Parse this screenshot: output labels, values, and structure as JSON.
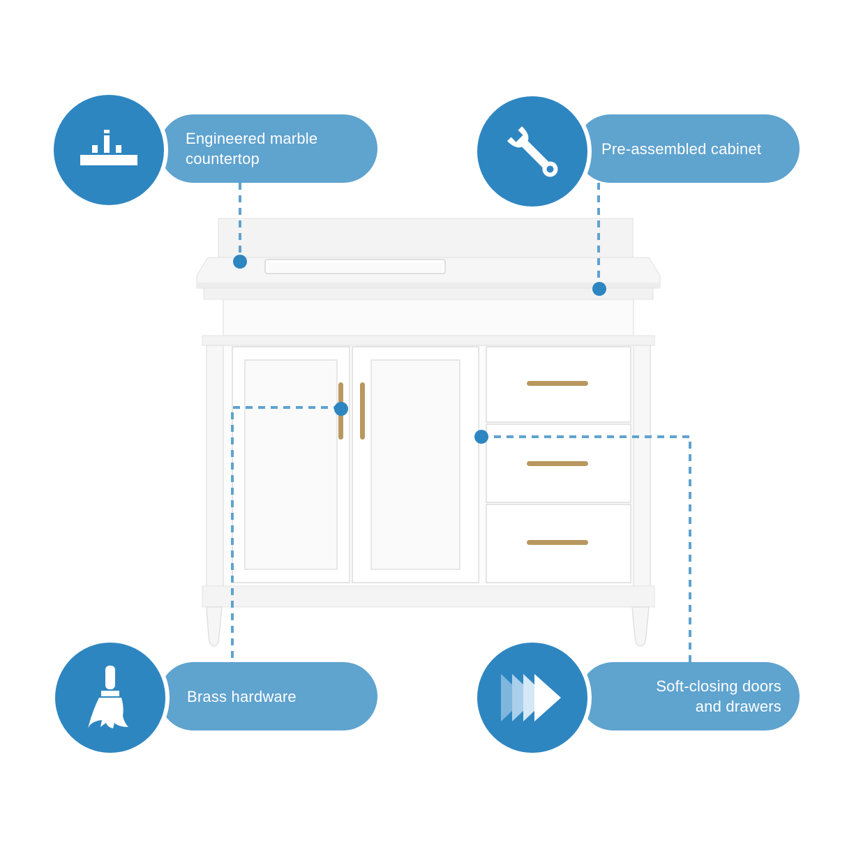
{
  "colors": {
    "circle": "#2e86c1",
    "pill": "#5fa3cf",
    "dot": "#2e86c1",
    "leader": "#5fa3cf",
    "text": "#ffffff"
  },
  "features": [
    {
      "label": "Engineered marble\ncountertop",
      "icon": "countertop-icon"
    },
    {
      "label": "Pre-assembled cabinet",
      "icon": "wrench-icon"
    },
    {
      "label": "Brass hardware",
      "icon": "paintbrush-icon"
    },
    {
      "label": "Soft-closing doors\nand drawers",
      "icon": "fast-forward-icon"
    }
  ]
}
